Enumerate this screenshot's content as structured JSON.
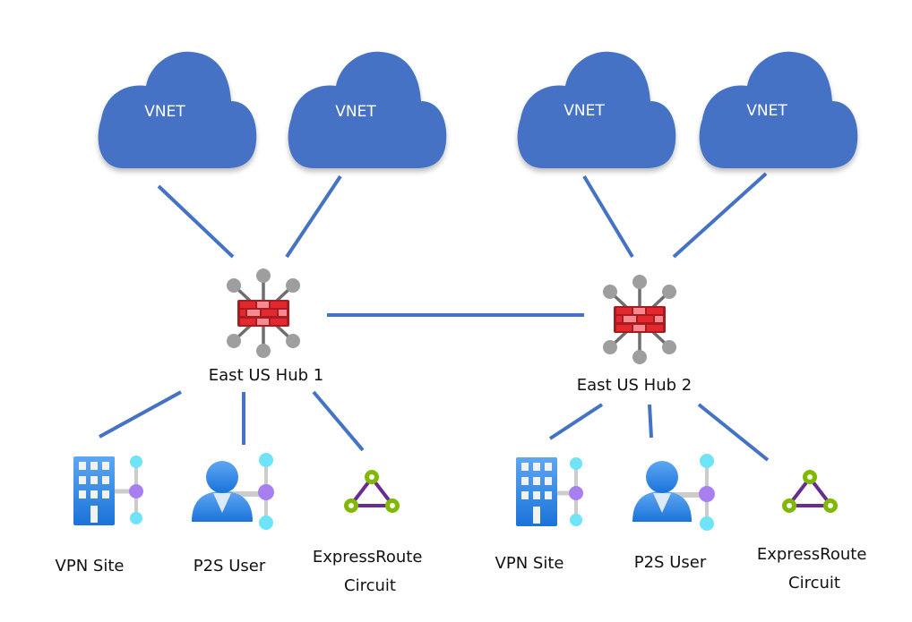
{
  "diagram": {
    "colors": {
      "cloud": "#4472c4",
      "link": "#4472c4",
      "firewall": "#d9262a",
      "firewall_brick_light": "#f4878c",
      "hub_spoke": "#8a8a8a",
      "building": "#3b8ee6",
      "user": "#3b8ee6",
      "connector_node_cyan": "#6fe3f7",
      "connector_node_purple": "#a77ff0",
      "expressroute_ring": "#7fba00",
      "expressroute_edge": "#6b2c91"
    },
    "vnets": [
      {
        "label": "VNET",
        "hub": "hub1"
      },
      {
        "label": "VNET",
        "hub": "hub1"
      },
      {
        "label": "VNET",
        "hub": "hub2"
      },
      {
        "label": "VNET",
        "hub": "hub2"
      }
    ],
    "hubs": [
      {
        "id": "hub1",
        "label": "East US Hub 1",
        "icon": "firewall-hub-icon"
      },
      {
        "id": "hub2",
        "label": "East US Hub 2",
        "icon": "firewall-hub-icon"
      }
    ],
    "hub_links": [
      [
        "hub1",
        "hub2"
      ]
    ],
    "spokes": [
      {
        "hub": "hub1",
        "type": "vpn-site",
        "label_lines": [
          "VPN Site"
        ]
      },
      {
        "hub": "hub1",
        "type": "p2s-user",
        "label_lines": [
          "P2S User"
        ]
      },
      {
        "hub": "hub1",
        "type": "expressroute",
        "label_lines": [
          "ExpressRoute",
          "Circuit"
        ]
      },
      {
        "hub": "hub2",
        "type": "vpn-site",
        "label_lines": [
          "VPN Site"
        ]
      },
      {
        "hub": "hub2",
        "type": "p2s-user",
        "label_lines": [
          "P2S User"
        ]
      },
      {
        "hub": "hub2",
        "type": "expressroute",
        "label_lines": [
          "ExpressRoute",
          "Circuit"
        ]
      }
    ]
  }
}
